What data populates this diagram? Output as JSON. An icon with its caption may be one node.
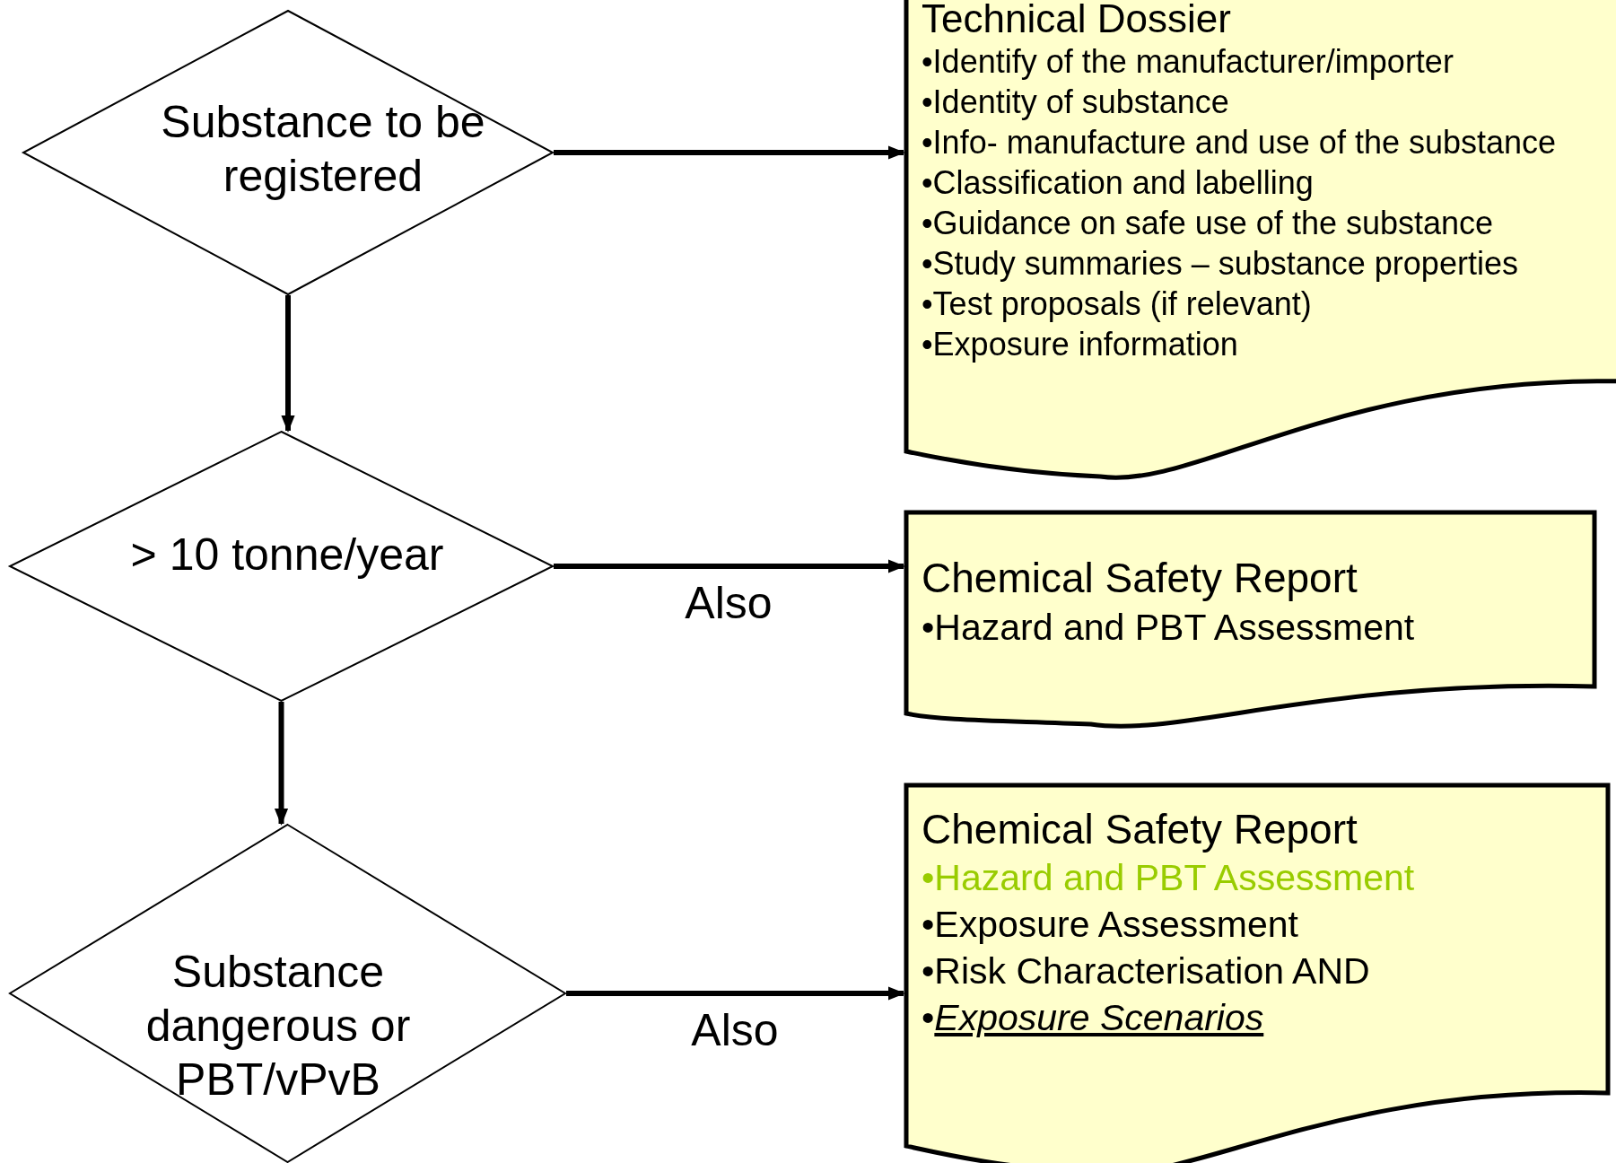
{
  "diagram": {
    "nodes": [
      {
        "text": [
          "Substance to be registered"
        ]
      },
      {
        "text": [
          "Technical Dossier",
          "•Identify of the manufacturer/importer",
          "•Identity of substance",
          "•Info- manufacture and use of the substance",
          "•Classification and labelling",
          "•Guidance on safe use of the substance",
          "•Study summaries – substance properties",
          "•Test proposals (if relevant)",
          "•Exposure information"
        ]
      },
      {
        "text": [
          "> 10 tonne/year"
        ]
      },
      {
        "text": [
          "Chemical Safety Report",
          "•Hazard and PBT Assessment"
        ]
      },
      {
        "text": [
          "Substance dangerous or PBT/vPvB"
        ]
      },
      {
        "text": [
          "Chemical Safety Report",
          "•Hazard and PBT Assessment",
          "•Exposure Assessment",
          "•Risk Characterisation AND",
          "•*Exposure Scenarios*"
        ]
      }
    ],
    "edges": [
      {
        "from": 0,
        "to": 2,
        "arrow": "to"
      },
      {
        "from": 2,
        "to": 4,
        "arrow": "to"
      },
      {
        "from": 0,
        "to": 1,
        "arrow": "to"
      },
      {
        "from": 2,
        "to": 3,
        "arrow": "to",
        "label": "Also"
      },
      {
        "from": 4,
        "to": 5,
        "arrow": "to",
        "label": "Also"
      }
    ]
  }
}
